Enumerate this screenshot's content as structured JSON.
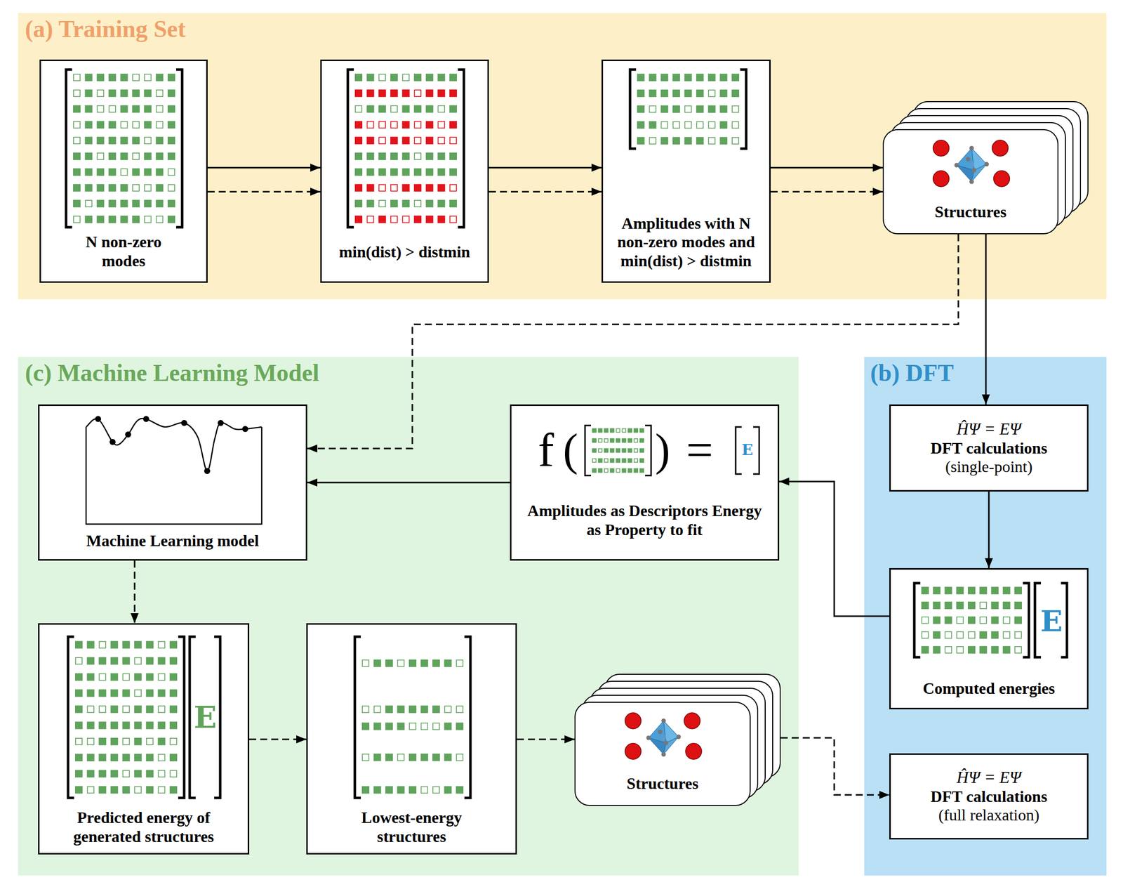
{
  "diagram": {
    "nodes": [
      {
        "text": [
          "(a) Training Set"
        ]
      },
      {
        "text": [
          "N non-zero modes"
        ],
        "in": 0
      },
      {
        "text": [
          "min(dist) > distmin"
        ],
        "in": 0
      },
      {
        "text": [
          "Amplitudes with N non-zero modes and min(dist) > distmin"
        ],
        "in": 0
      },
      {
        "text": [
          "Structures"
        ],
        "in": 0
      },
      {
        "text": [
          "(c) Machine Learning Model"
        ]
      },
      {
        "text": [
          "Machine Learning model"
        ],
        "in": 5
      },
      {
        "text": [
          "f",
          "(",
          ")",
          "=",
          "E",
          "Amplitudes as Descriptors Energy as Property to fit"
        ],
        "in": 5
      },
      {
        "text": [
          "E",
          "Predicted energy of generated structures"
        ],
        "in": 5
      },
      {
        "text": [
          "Lowest-energy structures"
        ],
        "in": 5
      },
      {
        "text": [
          "Structures"
        ],
        "in": 5
      },
      {
        "text": [
          "(b) DFT"
        ]
      },
      {
        "text": [
          "ĤΨ = EΨ",
          "DFT calculations",
          "(single-point)"
        ],
        "in": 11
      },
      {
        "text": [
          "E",
          "Computed energies"
        ],
        "in": 11
      },
      {
        "text": [
          "ĤΨ = EΨ",
          "DFT calculations",
          "(full relaxation)"
        ],
        "in": 11
      }
    ],
    "edges": [
      {
        "from": 1,
        "to": 2,
        "arrow": "to"
      },
      {
        "from": 1,
        "to": 2,
        "arrow": "to"
      },
      {
        "from": 2,
        "to": 3,
        "arrow": "to"
      },
      {
        "from": 2,
        "to": 3,
        "arrow": "to"
      },
      {
        "from": 3,
        "to": 4,
        "arrow": "to"
      },
      {
        "from": 3,
        "to": 4,
        "arrow": "to"
      },
      {
        "from": 4,
        "to": 12,
        "arrow": "to"
      },
      {
        "from": 4,
        "to": 6,
        "arrow": "to"
      },
      {
        "from": 12,
        "to": 13,
        "arrow": "to"
      },
      {
        "from": 13,
        "to": 7,
        "arrow": "to"
      },
      {
        "from": 7,
        "to": 6,
        "arrow": "to"
      },
      {
        "from": 6,
        "to": 8,
        "arrow": "to"
      },
      {
        "from": 8,
        "to": 9,
        "arrow": "to"
      },
      {
        "from": 9,
        "to": 10,
        "arrow": "to"
      },
      {
        "from": 10,
        "to": 14,
        "arrow": "to"
      }
    ]
  }
}
